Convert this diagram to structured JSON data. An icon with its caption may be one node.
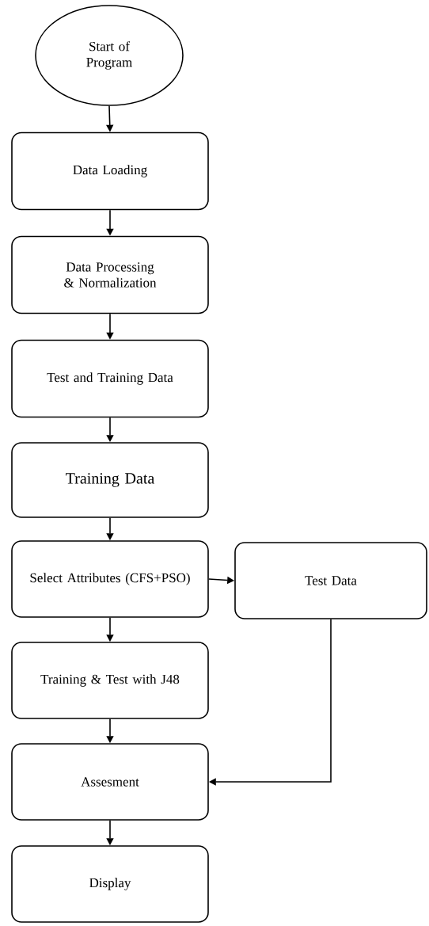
{
  "diagram": {
    "nodes": [
      {
        "text": [
          "Start of Program"
        ]
      },
      {
        "text": [
          "Data Loading"
        ]
      },
      {
        "text": [
          "Data Processing & Normalization"
        ]
      },
      {
        "text": [
          "Test and Training Data"
        ]
      },
      {
        "text": [
          "Training Data"
        ]
      },
      {
        "text": [
          "Select Attributes (CFS+PSO)"
        ]
      },
      {
        "text": [
          "Test Data"
        ]
      },
      {
        "text": [
          "Training & Test with J48"
        ]
      },
      {
        "text": [
          "Assesment"
        ]
      },
      {
        "text": [
          "Display"
        ]
      }
    ],
    "edges": [
      {
        "from": 0,
        "to": 1,
        "arrow": "to"
      },
      {
        "from": 1,
        "to": 2,
        "arrow": "to"
      },
      {
        "from": 2,
        "to": 3,
        "arrow": "to"
      },
      {
        "from": 3,
        "to": 4,
        "arrow": "to"
      },
      {
        "from": 4,
        "to": 5,
        "arrow": "to"
      },
      {
        "from": 5,
        "to": 6,
        "arrow": "to"
      },
      {
        "from": 5,
        "to": 7,
        "arrow": "to"
      },
      {
        "from": 7,
        "to": 8,
        "arrow": "to"
      },
      {
        "from": 6,
        "to": 8,
        "arrow": "to"
      },
      {
        "from": 8,
        "to": 9,
        "arrow": "to"
      }
    ]
  }
}
